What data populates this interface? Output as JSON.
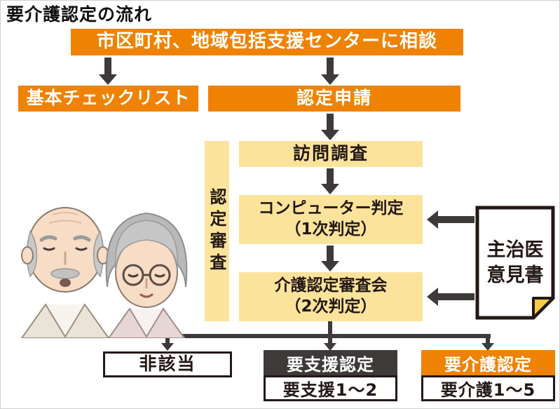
{
  "title": "要介護認定の流れ",
  "banner": {
    "label": "市区町村、地域包括支援センターに相談"
  },
  "flow": {
    "checklist": "基本チェックリスト",
    "application": "認定申請",
    "visit_survey": "訪問調査",
    "computer": {
      "line1": "コンピューター判定",
      "line2": "（1次判定）"
    },
    "board": {
      "line1": "介護認定審査会",
      "line2": "（2次判定）"
    },
    "review_label": "認定審査",
    "doctor_note": {
      "line1": "主治医",
      "line2": "意見書"
    }
  },
  "results": {
    "not_applicable": "非該当",
    "support": {
      "header": "要支援認定",
      "levels": "要支援1〜2"
    },
    "care": {
      "header": "要介護認定",
      "levels": "要介護1〜5"
    }
  },
  "colors": {
    "orange": "#EF8200",
    "light_yellow": "#FBE39B",
    "dark_gray": "#3E3A39",
    "text_black": "#231815"
  }
}
